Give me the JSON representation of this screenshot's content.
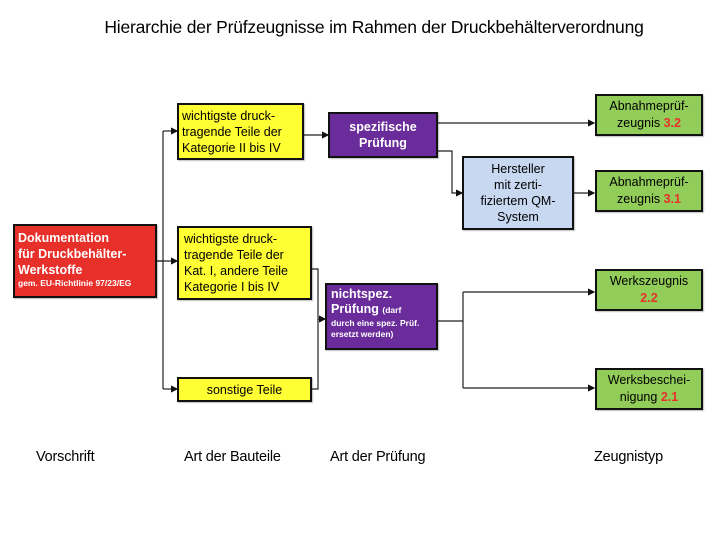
{
  "title": "Hierarchie der Prüfzeugnisse im Rahmen der Druckbehälterverordnung",
  "colors": {
    "vorschrift": "#e8302a",
    "bauteile": "#ffff33",
    "pruefung": "#6a2c9a",
    "hersteller": "#c8d8f0",
    "zeugnis": "#92cd5a",
    "zeugnis_number": "#e8302a"
  },
  "vorschrift": {
    "line1": "Dokumentation",
    "line2": "für Druckbehälter-",
    "line3": "Werkstoffe",
    "line4": "gem. EU-Richtlinie 97/23/EG"
  },
  "bauteile": [
    {
      "line1": "wichtigste druck-",
      "line2": "tragende Teile der",
      "line3": "Kategorie II bis IV"
    },
    {
      "line1": "wichtigste druck-",
      "line2": "tragende Teile der",
      "line3": "Kat. I, andere Teile",
      "line4": "Kategorie I bis IV"
    },
    {
      "line1": "sonstige Teile"
    }
  ],
  "pruefung": {
    "spezifisch": {
      "line1": "spezifische",
      "line2": "Prüfung"
    },
    "nichtspez": {
      "line1": "nichtspez.",
      "line2": "Prüfung",
      "note1": "(darf",
      "note2": "durch eine spez. Prüf.",
      "note3": "ersetzt werden)"
    }
  },
  "hersteller": {
    "line1": "Hersteller",
    "line2": "mit zerti-",
    "line3": "fiziertem QM-",
    "line4": "System"
  },
  "zeugnisse": [
    {
      "line1": "Abnahmeprüf-",
      "line2": "zeugnis",
      "number": "3.2"
    },
    {
      "line1": "Abnahmeprüf-",
      "line2": "zeugnis",
      "number": "3.1"
    },
    {
      "line1": "Werkszeugnis",
      "line2": "",
      "number": "2.2"
    },
    {
      "line1": "Werksbeschei-",
      "line2": "nigung",
      "number": "2.1"
    }
  ],
  "columns": [
    "Vorschrift",
    "Art der Bauteile",
    "Art der Prüfung",
    "Zeugnistyp"
  ]
}
